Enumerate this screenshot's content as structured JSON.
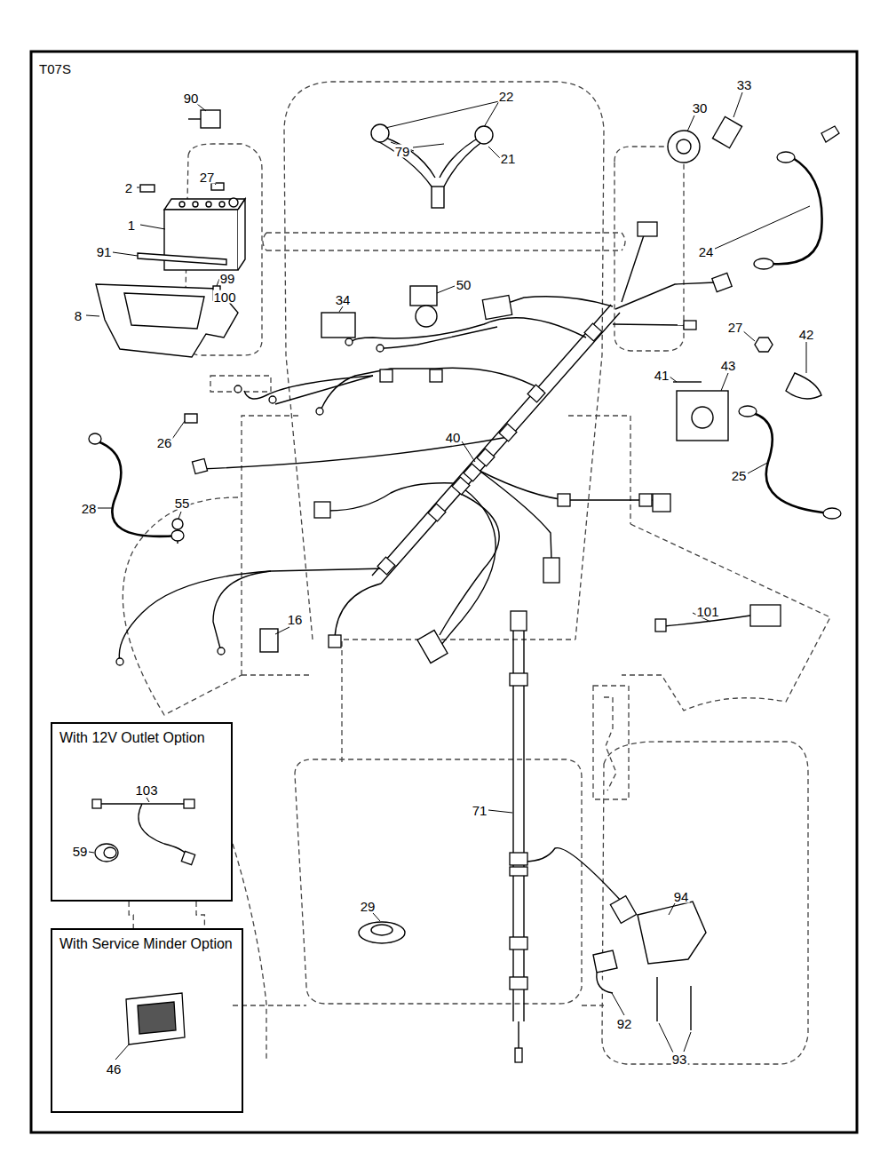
{
  "diagram": {
    "nodes": [
      {
        "text": [
          "With 12V Outlet Option"
        ]
      },
      {
        "text": [
          "With Service Minder Option"
        ]
      }
    ],
    "edges": [
      {
        "from": 0,
        "to": 1,
        "arrow": "none"
      },
      {
        "from": 0,
        "to": 1,
        "arrow": "none"
      }
    ],
    "labels": [
      "T07S",
      "90",
      "22",
      "79",
      "21",
      "30",
      "33",
      "2",
      "27",
      "1",
      "91",
      "99",
      "100",
      "8",
      "34",
      "50",
      "24",
      "27",
      "42",
      "43",
      "41",
      "26",
      "40",
      "25",
      "28",
      "55",
      "16",
      "101",
      "71",
      "29",
      "94",
      "92",
      "93",
      "103",
      "59",
      "46"
    ]
  }
}
